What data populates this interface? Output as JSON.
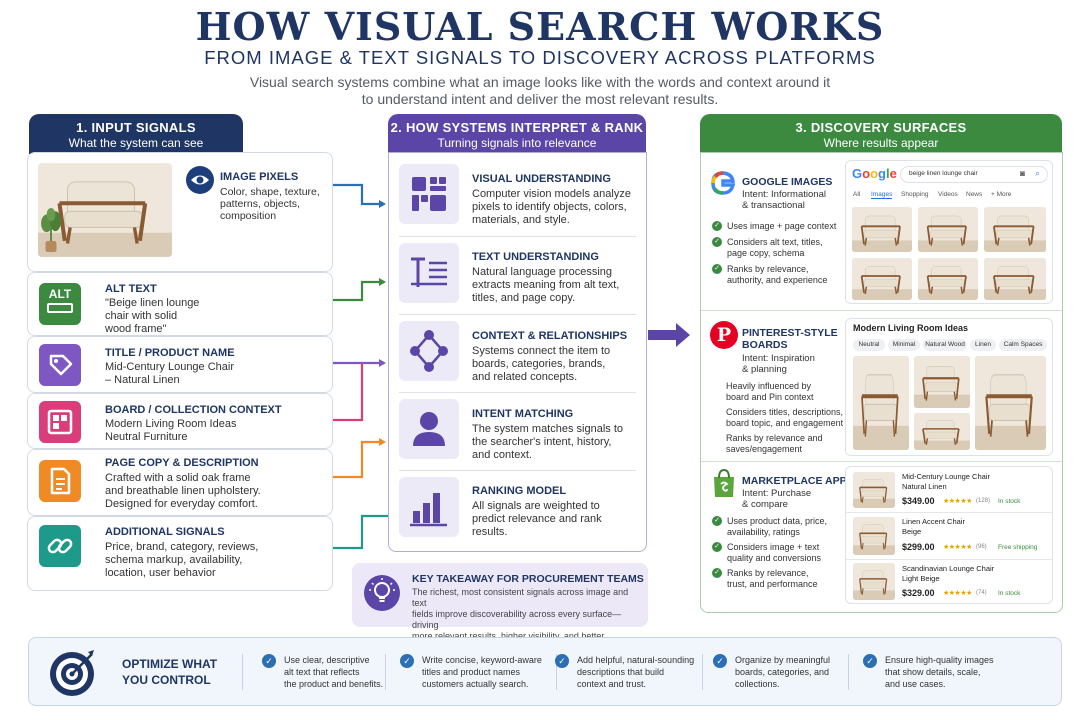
{
  "header": {
    "title": "HOW VISUAL SEARCH WORKS",
    "subtitle": "FROM IMAGE & TEXT SIGNALS TO DISCOVERY ACROSS PLATFORMS",
    "intro_line1": "Visual search systems combine what an image looks like with the words and context around it",
    "intro_line2": "to understand intent and deliver the most relevant results."
  },
  "colors": {
    "navy": "#1f3563",
    "purple": "#5b46a8",
    "green": "#3b8a40",
    "blue": "#2c6fb3",
    "orange": "#f08a24",
    "pink": "#d93d7a",
    "teal": "#1e9a8a"
  },
  "input": {
    "heading": "1. INPUT SIGNALS",
    "subheading": "What the system can see",
    "image_pixels": {
      "label": "IMAGE PIXELS",
      "l1": "Color, shape, texture,",
      "l2": "patterns, objects,",
      "l3": "composition",
      "icon": "eye-icon"
    },
    "alt_text": {
      "label": "ALT TEXT",
      "l1": "\"Beige linen lounge",
      "l2": "chair with solid",
      "l3": "wood frame\"",
      "badge": "ALT"
    },
    "title": {
      "label": "TITLE / PRODUCT NAME",
      "l1": "Mid-Century Lounge Chair",
      "l2": "– Natural Linen",
      "icon": "tag-icon"
    },
    "board": {
      "label": "BOARD / COLLECTION CONTEXT",
      "l1": "Modern Living Room Ideas",
      "l2": "Neutral Furniture",
      "icon": "board-icon"
    },
    "page_copy": {
      "label": "PAGE COPY & DESCRIPTION",
      "l1": "Crafted with a solid oak frame",
      "l2": "and breathable linen upholstery.",
      "l3": "Designed for everyday comfort.",
      "icon": "document-icon"
    },
    "additional": {
      "label": "ADDITIONAL SIGNALS",
      "l1": "Price, brand, category, reviews,",
      "l2": "schema markup, availability,",
      "l3": "location, user behavior",
      "icon": "link-icon"
    }
  },
  "interpret": {
    "heading": "2. HOW SYSTEMS INTERPRET & RANK",
    "subheading": "Turning signals into relevance",
    "steps": [
      {
        "title": "VISUAL UNDERSTANDING",
        "l1": "Computer vision models analyze",
        "l2": "pixels to identify objects, colors,",
        "l3": "materials, and style."
      },
      {
        "title": "TEXT UNDERSTANDING",
        "l1": "Natural language processing",
        "l2": "extracts meaning from alt text,",
        "l3": "titles, and page copy."
      },
      {
        "title": "CONTEXT & RELATIONSHIPS",
        "l1": "Systems connect the item to",
        "l2": "boards, categories, brands,",
        "l3": "and related concepts."
      },
      {
        "title": "INTENT MATCHING",
        "l1": "The system matches signals to",
        "l2": "the searcher's intent, history,",
        "l3": "and context."
      },
      {
        "title": "RANKING MODEL",
        "l1": "All signals are weighted to",
        "l2": "predict relevance and rank",
        "l3": "results."
      }
    ],
    "takeaway": {
      "title": "KEY TAKEAWAY FOR PROCUREMENT TEAMS",
      "l1": "The richest, most consistent signals across image and text",
      "l2": "fields improve discoverability across every surface—driving",
      "l3": "more relevant results, higher visibility, and better conversions."
    }
  },
  "discovery": {
    "heading": "3. DISCOVERY SURFACES",
    "subheading": "Where results appear",
    "google": {
      "title": "GOOGLE IMAGES",
      "intent1": "Intent: Informational",
      "intent2": "& transactional",
      "b1": "Uses image + page context",
      "b2a": "Considers alt text, titles,",
      "b2b": "page copy, schema",
      "b3a": "Ranks by relevance,",
      "b3b": "authority, and experience",
      "logo": "Google",
      "query": "beige linen lounge chair",
      "tabs": [
        "All",
        "Images",
        "Shopping",
        "Videos",
        "News",
        "+ More"
      ]
    },
    "pinterest": {
      "title1": "PINTEREST-STYLE",
      "title2": "BOARDS",
      "intent1": "Intent: Inspiration",
      "intent2": "& planning",
      "b1a": "Heavily influenced by",
      "b1b": "board and Pin context",
      "b2a": "Considers titles, descriptions,",
      "b2b": "board topic, and engagement",
      "b3a": "Ranks by relevance and",
      "b3b": "saves/engagement",
      "board_title": "Modern Living Room Ideas",
      "pills": [
        "Neutral",
        "Minimal",
        "Natural Wood",
        "Linen",
        "Calm Spaces"
      ]
    },
    "marketplace": {
      "title": "MARKETPLACE APPS",
      "intent1": "Intent: Purchase",
      "intent2": "& compare",
      "b1a": "Uses product data, price,",
      "b1b": "availability, ratings",
      "b2a": "Considers image + text",
      "b2b": "quality and conversions",
      "b3a": "Ranks by relevance,",
      "b3b": "trust, and performance",
      "products": [
        {
          "name1": "Mid-Century Lounge Chair",
          "name2": "Natural Linen",
          "price": "$349.00",
          "stars": "★★★★★",
          "count": "(128)",
          "status": "In stock"
        },
        {
          "name1": "Linen Accent Chair",
          "name2": "Beige",
          "price": "$299.00",
          "stars": "★★★★★",
          "count": "(96)",
          "status": "Free shipping"
        },
        {
          "name1": "Scandinavian Lounge Chair",
          "name2": "Light Beige",
          "price": "$329.00",
          "stars": "★★★★★",
          "count": "(74)",
          "status": "In stock"
        }
      ]
    }
  },
  "optimize": {
    "title1": "OPTIMIZE WHAT",
    "title2": "YOU CONTROL",
    "tips": [
      {
        "l1": "Use clear, descriptive",
        "l2": "alt text that reflects",
        "l3": "the product and benefits."
      },
      {
        "l1": "Write concise, keyword-aware",
        "l2": "titles and product names",
        "l3": "customers actually search."
      },
      {
        "l1": "Add helpful, natural-sounding",
        "l2": "descriptions that build",
        "l3": "context and trust."
      },
      {
        "l1": "Organize by meaningful",
        "l2": "boards, categories, and",
        "l3": "collections."
      },
      {
        "l1": "Ensure high-quality images",
        "l2": "that show details, scale,",
        "l3": "and use cases."
      }
    ]
  }
}
